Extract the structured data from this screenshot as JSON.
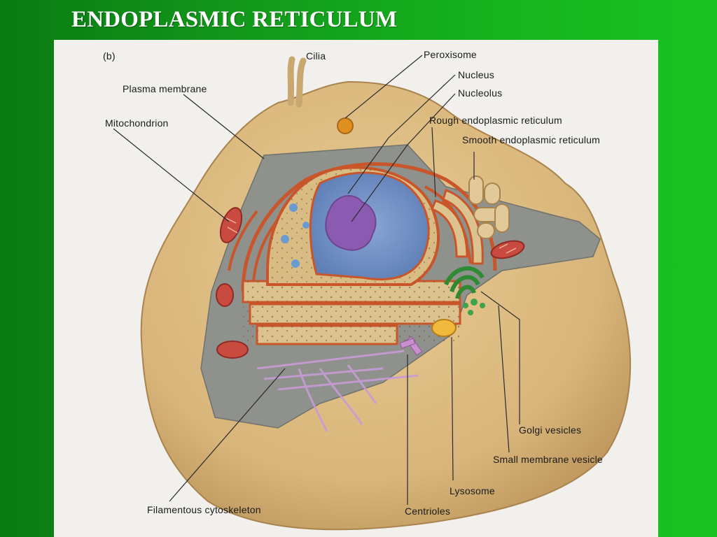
{
  "title": "ENDOPLASMIC RETICULUM",
  "figure": {
    "panel_label": "(b)",
    "labels": {
      "cilia": "Cilia",
      "peroxisome": "Peroxisome",
      "nucleus": "Nucleus",
      "nucleolus": "Nucleolus",
      "plasma_membrane": "Plasma membrane",
      "mitochondrion": "Mitochondrion",
      "rough_er": "Rough endoplasmic reticulum",
      "smooth_er": "Smooth endoplasmic reticulum",
      "golgi_vesicles": "Golgi vesicles",
      "small_membrane_vesicle": "Small membrane vesicle",
      "lysosome": "Lysosome",
      "filamentous_cytoskeleton": "Filamentous cytoskeleton",
      "centrioles": "Centrioles"
    }
  },
  "colors": {
    "background_green": "#15b41e",
    "title": "#ffffff",
    "cell_tan": "#d9b77c",
    "cytoplasm_gray": "#8f918c",
    "nucleoplasm_blue": "#6f8fc4",
    "nucleolus_purple": "#8a5bb0",
    "rough_er_orange": "#c8562a",
    "golgi_green": "#2f8a34",
    "mitochondrion_red": "#c94a3f"
  }
}
